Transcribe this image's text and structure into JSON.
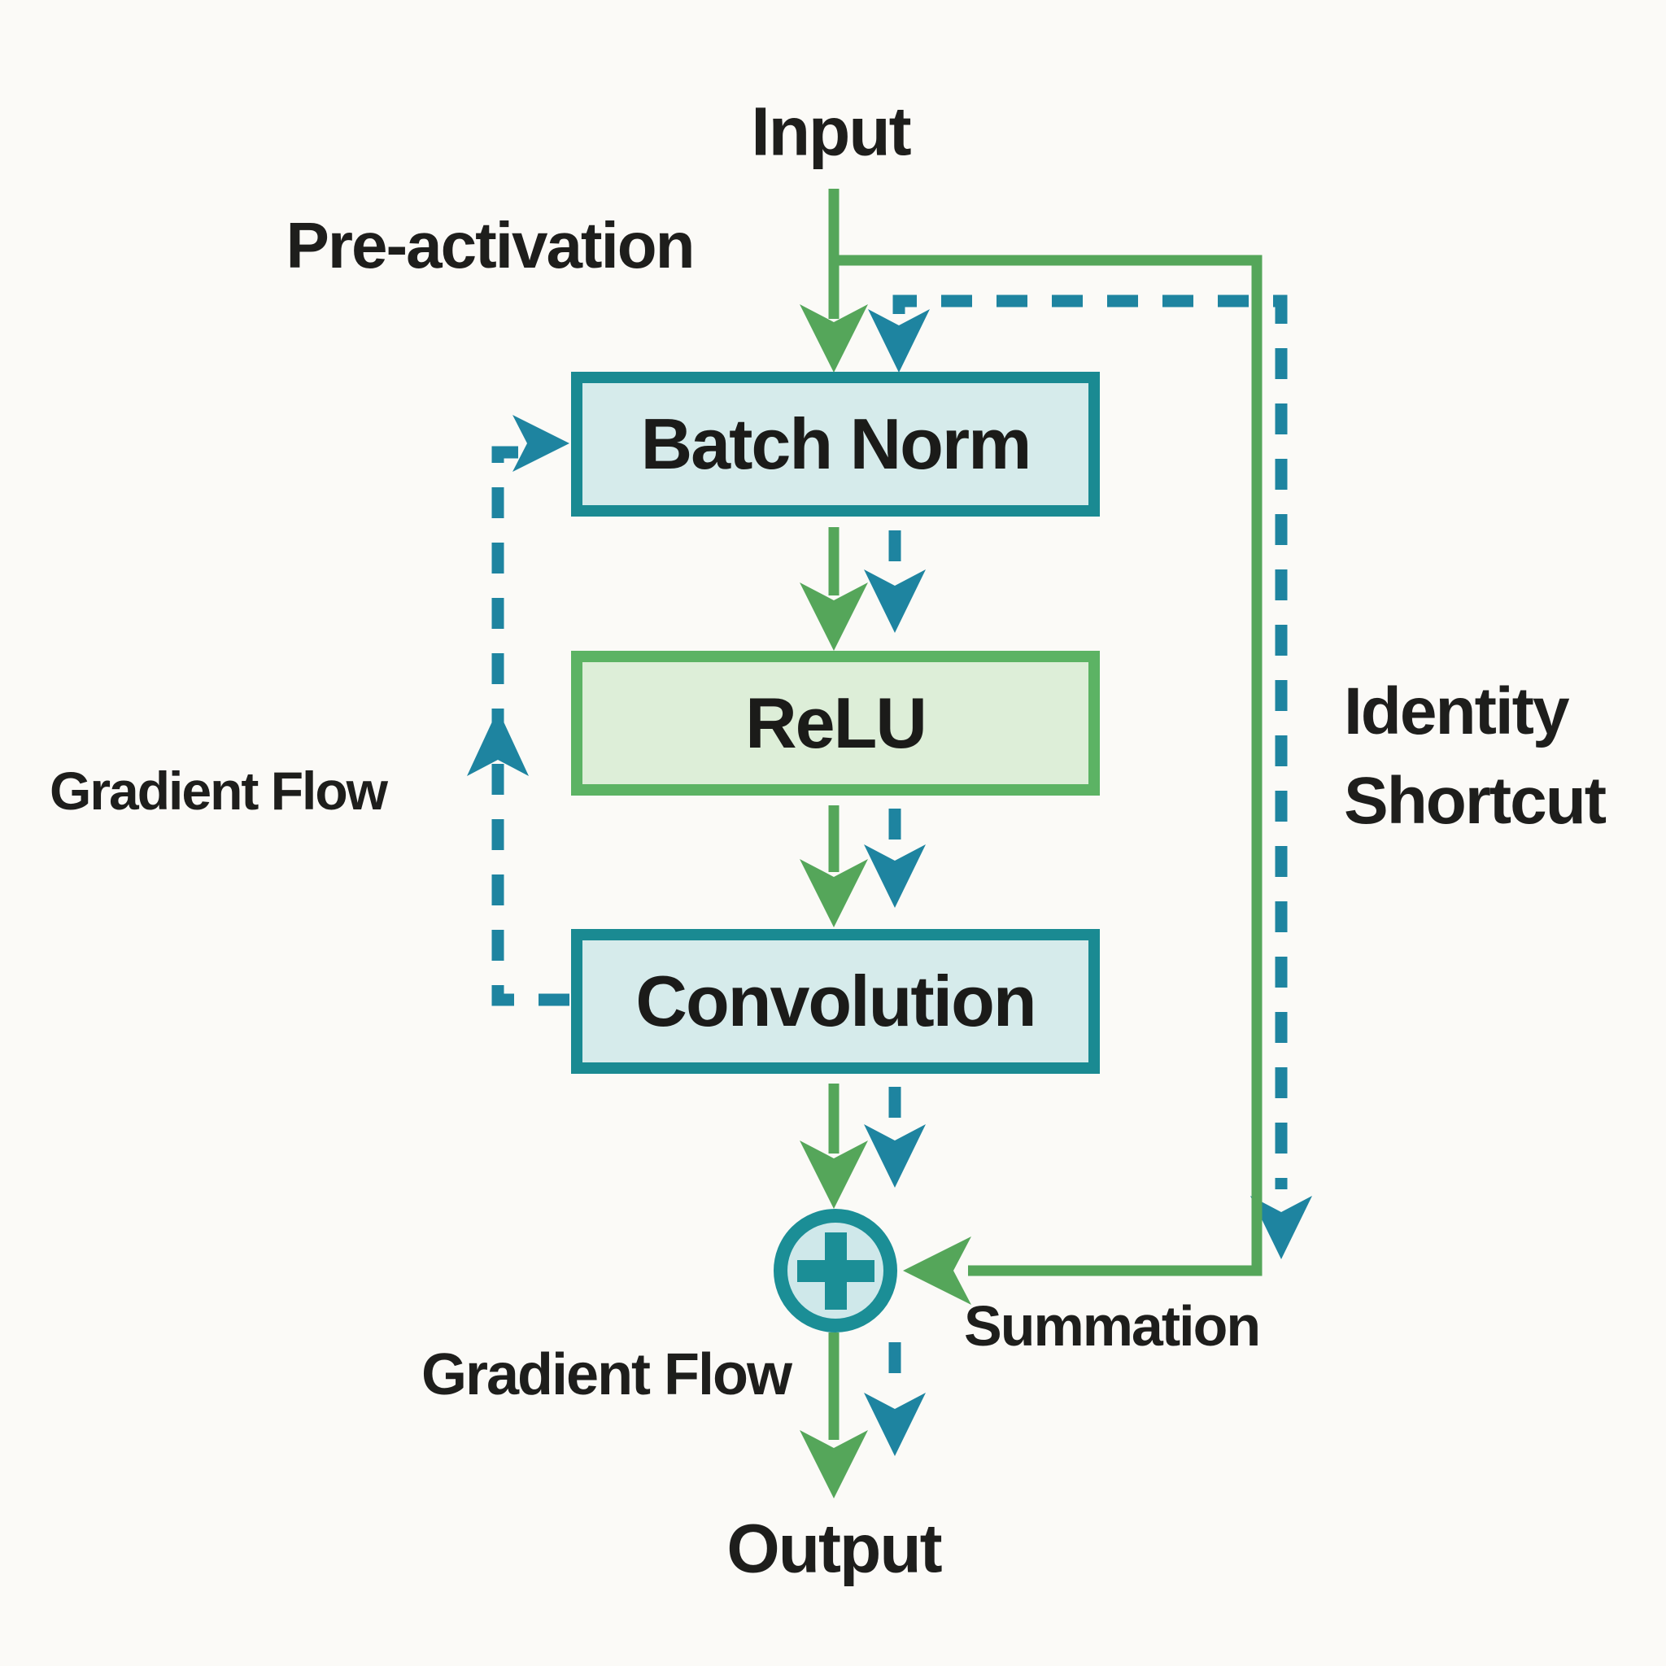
{
  "diagram": {
    "labels": {
      "input": "Input",
      "pre_activation": "Pre-activation",
      "gradient_flow_left": "Gradient Flow",
      "gradient_flow_bottom": "Gradient Flow",
      "identity_shortcut_line1": "Identity",
      "identity_shortcut_line2": "Shortcut",
      "summation": "Summation",
      "output": "Output"
    },
    "nodes": [
      {
        "id": "batch-norm",
        "label": "Batch Norm"
      },
      {
        "id": "relu",
        "label": "ReLU"
      },
      {
        "id": "convolution",
        "label": "Convolution"
      }
    ],
    "operator": {
      "icon": "plus-icon",
      "symbol": "+"
    },
    "colors": {
      "forward_flow_green": "#55a65a",
      "gradient_flow_teal": "#1e84a0",
      "teal_box_border": "#1a8a92",
      "teal_box_fill": "#d6ebeb",
      "relu_box_border": "#5cb364",
      "relu_box_fill": "#ddeed8",
      "summation_circle_border": "#1b8e96",
      "summation_circle_fill": "#cfe8ea",
      "text": "#1e1e1c",
      "background": "#fbfaf7"
    }
  }
}
